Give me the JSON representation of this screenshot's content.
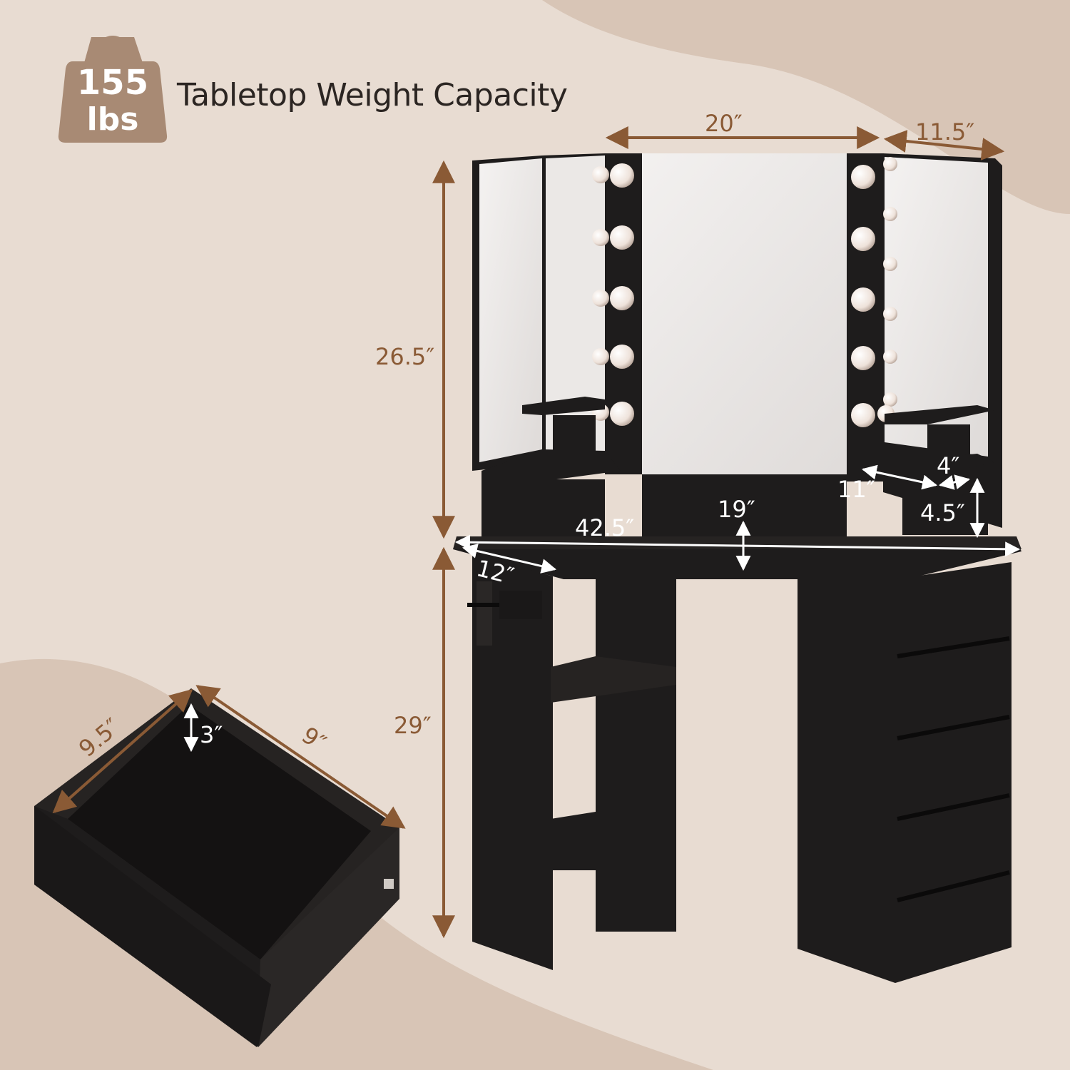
{
  "badge": {
    "weight_value": "155",
    "weight_unit": "lbs",
    "color": "#a88a74"
  },
  "capacity_label": "Tabletop Weight Capacity",
  "dimensions": {
    "mirror_width": "20″",
    "side_mirror_width": "11.5″",
    "mirror_height": "26.5″",
    "table_height": "29″",
    "tabletop_width": "42.5″",
    "tabletop_depth": "19″",
    "side_depth": "12″",
    "shelf_depth": "11″",
    "shelf_width": "4″",
    "shelf_height": "4.5″",
    "drawer_width": "9.5″",
    "drawer_depth": "9″",
    "drawer_height": "3″"
  },
  "colors": {
    "background": "#e8dcd2",
    "background_accent": "#d8c5b6",
    "furniture": "#1e1c1c",
    "dimension_lines": "#8a5a35",
    "bulbs": "#efe6e0"
  }
}
